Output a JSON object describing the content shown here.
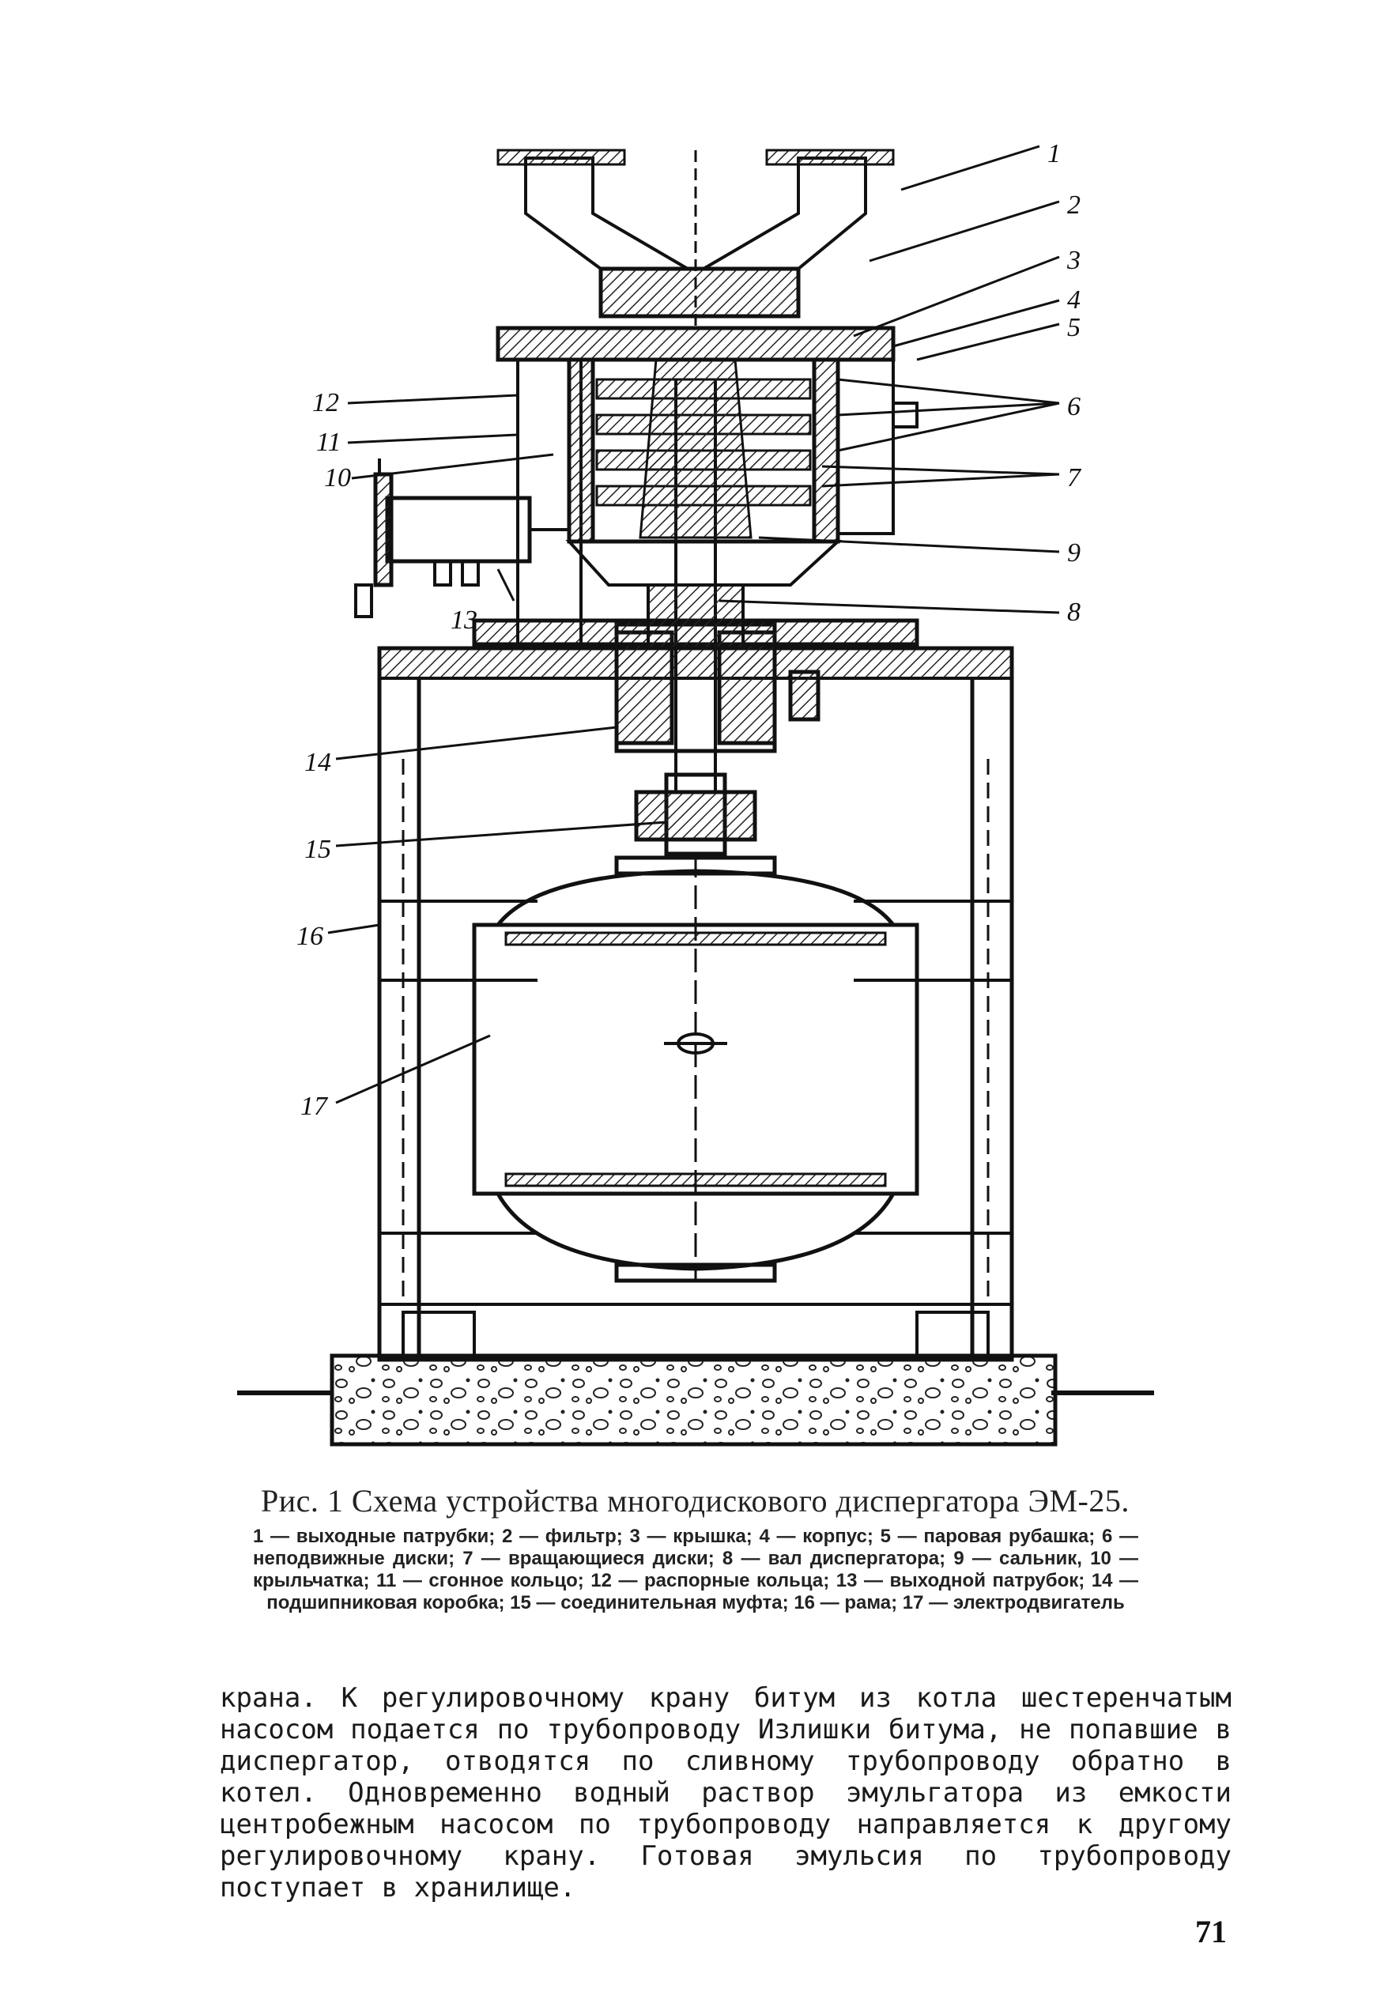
{
  "figure": {
    "callouts": [
      "1",
      "2",
      "3",
      "4",
      "5",
      "6",
      "7",
      "8",
      "9",
      "10",
      "11",
      "12",
      "13",
      "14",
      "15",
      "16",
      "17"
    ]
  },
  "caption": {
    "title": "Рис. 1 Схема устройства многодискового диспергатора ЭМ-25.",
    "legend": "1 — выходные патрубки; 2 — фильтр; 3 — крышка; 4 — корпус; 5 — паровая рубашка; 6 — неподвижные диски; 7 — вращающиеся диски; 8 — вал диспергатора; 9 — сальник, 10 — крыльчатка; 11 — сгонное кольцо; 12 — распорные кольца; 13 — выходной патрубок; 14 — подшипниковая коробка; 15 — соединительная муфта; 16 — рама; 17 — электродвигатель"
  },
  "body_text": "крана. К регулировочному крану битум из котла шестеренчатым насосом подается по трубопроводу Излишки битума, не попавшие в диспергатор, отводятся по сливному трубопроводу обратно в котел. Одновременно водный раствор эмульгатора из емкости центробежным насосом по трубопроводу направляется к другому регулировочному крану. Готовая эмульсия по трубопроводу поступает в хранилище.",
  "page_number": "71"
}
